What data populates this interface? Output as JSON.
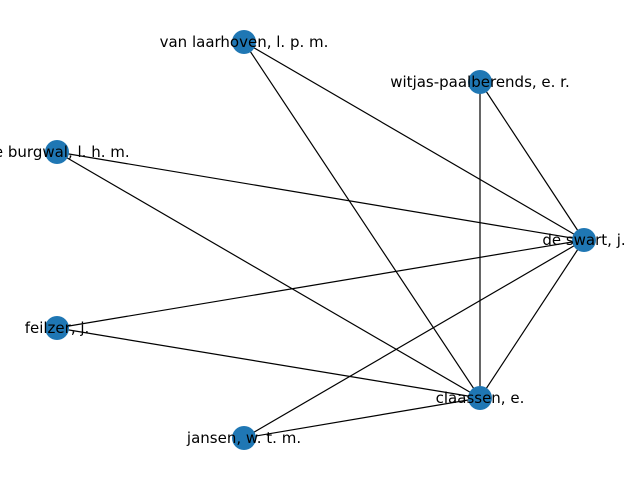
{
  "graph": {
    "node_color": "#1f77b4",
    "edge_color": "#000000",
    "nodes": [
      {
        "id": "van_laarhoven",
        "label": "van laarhoven, l. p. m."
      },
      {
        "id": "witjas",
        "label": "witjas-paalberends, e. r."
      },
      {
        "id": "de_burgwal",
        "label": "de burgwal, l. h. m."
      },
      {
        "id": "de_swart",
        "label": "de swart, j."
      },
      {
        "id": "feilzer",
        "label": "feilzer, j."
      },
      {
        "id": "claassen",
        "label": "claassen, e."
      },
      {
        "id": "jansen",
        "label": "jansen, w. t. m."
      }
    ],
    "edges": [
      [
        "van_laarhoven",
        "de_swart"
      ],
      [
        "van_laarhoven",
        "claassen"
      ],
      [
        "witjas",
        "de_swart"
      ],
      [
        "witjas",
        "claassen"
      ],
      [
        "de_burgwal",
        "de_swart"
      ],
      [
        "de_burgwal",
        "claassen"
      ],
      [
        "de_swart",
        "feilzer"
      ],
      [
        "de_swart",
        "claassen"
      ],
      [
        "de_swart",
        "jansen"
      ],
      [
        "feilzer",
        "claassen"
      ],
      [
        "claassen",
        "jansen"
      ]
    ]
  }
}
